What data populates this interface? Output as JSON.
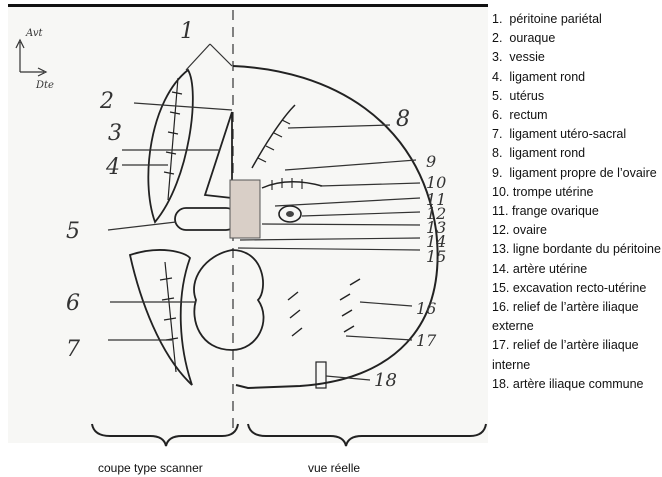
{
  "orientation": {
    "anterior_label": "Avt",
    "right_label": "Dte"
  },
  "callout_numbers": [
    "1",
    "2",
    "3",
    "4",
    "5",
    "6",
    "7",
    "8",
    "9",
    "10",
    "11",
    "12",
    "13",
    "14",
    "15",
    "16",
    "17",
    "18"
  ],
  "legend": [
    {
      "n": "1.",
      "text": "péritoine pariétal"
    },
    {
      "n": "2.",
      "text": "ouraque"
    },
    {
      "n": "3.",
      "text": "vessie"
    },
    {
      "n": "4.",
      "text": "ligament rond"
    },
    {
      "n": "5.",
      "text": "utérus"
    },
    {
      "n": "6.",
      "text": "rectum"
    },
    {
      "n": "7.",
      "text": "ligament utéro-sacral"
    },
    {
      "n": "8.",
      "text": "ligament rond"
    },
    {
      "n": "9.",
      "text": "ligament propre de l’ovaire"
    },
    {
      "n": "10.",
      "text": "trompe utérine"
    },
    {
      "n": "11.",
      "text": "frange ovarique"
    },
    {
      "n": "12.",
      "text": "ovaire"
    },
    {
      "n": "13.",
      "text": "ligne bordante du péritoine"
    },
    {
      "n": "14.",
      "text": "artère utérine"
    },
    {
      "n": "15.",
      "text": "excavation recto-utérine"
    },
    {
      "n": "16.",
      "text": "relief de l’artère iliaque externe"
    },
    {
      "n": "17.",
      "text": "relief de l’artère iliaque interne"
    },
    {
      "n": "18.",
      "text": "artère iliaque commune"
    }
  ],
  "captions": {
    "left": "coupe type scanner",
    "right": "vue réelle"
  }
}
